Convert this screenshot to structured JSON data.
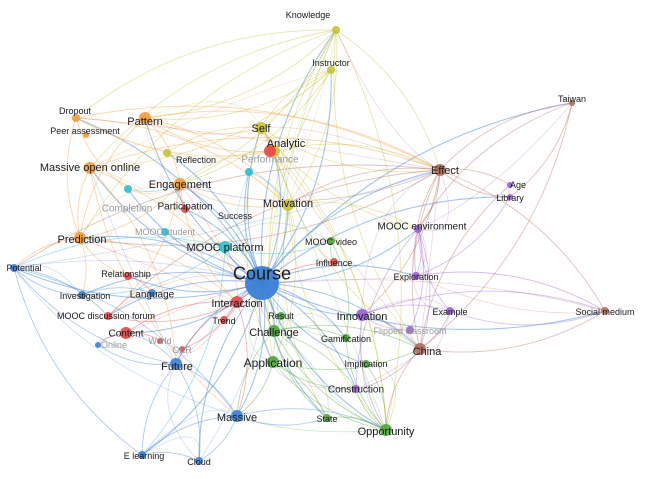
{
  "clusters": {
    "c1": "#e64545",
    "c2": "#4ea53d",
    "c3": "#3a7fd5",
    "c4": "#c8c236",
    "c5": "#9b5fd0",
    "c6": "#2ebcd0",
    "c7": "#f29a3a",
    "c8": "#b06a5a"
  },
  "nodes": [
    {
      "id": "course",
      "label": "Course",
      "cluster": "c3",
      "size": "xl"
    },
    {
      "id": "knowledge",
      "label": "Knowledge",
      "cluster": "c4",
      "size": "s"
    },
    {
      "id": "instructor",
      "label": "Instructor",
      "cluster": "c4",
      "size": "s"
    },
    {
      "id": "taiwan",
      "label": "Taiwan",
      "cluster": "c8",
      "size": "xs"
    },
    {
      "id": "dropout",
      "label": "Dropout",
      "cluster": "c7",
      "size": "s"
    },
    {
      "id": "peer",
      "label": "Peer assessment",
      "cluster": "c7",
      "size": "xs"
    },
    {
      "id": "pattern",
      "label": "Pattern",
      "cluster": "c7",
      "size": "m"
    },
    {
      "id": "self",
      "label": "Self",
      "cluster": "c4",
      "size": "m"
    },
    {
      "id": "analytic",
      "label": "Analytic",
      "cluster": "c4",
      "size": "m"
    },
    {
      "id": "mooc_online",
      "label": "Massive open online",
      "cluster": "c7",
      "size": "m"
    },
    {
      "id": "reflection",
      "label": "Reflection",
      "cluster": "c4",
      "size": "s"
    },
    {
      "id": "performance",
      "label": "Performance",
      "cluster": "c1",
      "size": "m"
    },
    {
      "id": "effect",
      "label": "Effect",
      "cluster": "c8",
      "size": "m"
    },
    {
      "id": "engagement",
      "label": "Engagement",
      "cluster": "c7",
      "size": "m"
    },
    {
      "id": "age",
      "label": "Age",
      "cluster": "c5",
      "size": "xs"
    },
    {
      "id": "library",
      "label": "Library",
      "cluster": "c5",
      "size": "xs"
    },
    {
      "id": "completion",
      "label": "Completion",
      "cluster": "c6",
      "size": "s"
    },
    {
      "id": "participation",
      "label": "Participation",
      "cluster": "c1",
      "size": "s"
    },
    {
      "id": "motivation",
      "label": "Motivation",
      "cluster": "c4",
      "size": "m"
    },
    {
      "id": "success",
      "label": "Success",
      "cluster": "c6",
      "size": "s"
    },
    {
      "id": "mooc_env",
      "label": "MOOC environment",
      "cluster": "c5",
      "size": "s"
    },
    {
      "id": "mooc_student",
      "label": "MOOC student",
      "cluster": "c6",
      "size": "s"
    },
    {
      "id": "prediction",
      "label": "Prediction",
      "cluster": "c7",
      "size": "m"
    },
    {
      "id": "mooc_platform",
      "label": "MOOC platform",
      "cluster": "c6",
      "size": "m"
    },
    {
      "id": "mooc_video",
      "label": "MOOC video",
      "cluster": "c2",
      "size": "s"
    },
    {
      "id": "influence",
      "label": "Influence",
      "cluster": "c1",
      "size": "s"
    },
    {
      "id": "potential",
      "label": "Potential",
      "cluster": "c3",
      "size": "s"
    },
    {
      "id": "relationship",
      "label": "Relationship",
      "cluster": "c1",
      "size": "s"
    },
    {
      "id": "exploration",
      "label": "Exploration",
      "cluster": "c5",
      "size": "s"
    },
    {
      "id": "investigation",
      "label": "Investigation",
      "cluster": "c3",
      "size": "s"
    },
    {
      "id": "language",
      "label": "Language",
      "cluster": "c3",
      "size": "s"
    },
    {
      "id": "interaction",
      "label": "Interaction",
      "cluster": "c1",
      "size": "m"
    },
    {
      "id": "mooc_forum",
      "label": "MOOC discussion forum",
      "cluster": "c1",
      "size": "s"
    },
    {
      "id": "innovation",
      "label": "Innovation",
      "cluster": "c5",
      "size": "m"
    },
    {
      "id": "example",
      "label": "Example",
      "cluster": "c5",
      "size": "s"
    },
    {
      "id": "social_medium",
      "label": "Social medium",
      "cluster": "c8",
      "size": "s"
    },
    {
      "id": "result",
      "label": "Result",
      "cluster": "c2",
      "size": "s"
    },
    {
      "id": "trend",
      "label": "Trend",
      "cluster": "c1",
      "size": "s"
    },
    {
      "id": "challenge",
      "label": "Challenge",
      "cluster": "c2",
      "size": "m"
    },
    {
      "id": "flipped",
      "label": "Flipped classroom",
      "cluster": "c5",
      "size": "s"
    },
    {
      "id": "content",
      "label": "Content",
      "cluster": "c1",
      "size": "m"
    },
    {
      "id": "world",
      "label": "World",
      "cluster": "c1",
      "size": "xs"
    },
    {
      "id": "gamification",
      "label": "Gamification",
      "cluster": "c2",
      "size": "s"
    },
    {
      "id": "online",
      "label": "Online",
      "cluster": "c3",
      "size": "xs"
    },
    {
      "id": "oer",
      "label": "OER",
      "cluster": "c1",
      "size": "xs"
    },
    {
      "id": "china",
      "label": "China",
      "cluster": "c8",
      "size": "m"
    },
    {
      "id": "implication",
      "label": "Implication",
      "cluster": "c2",
      "size": "s"
    },
    {
      "id": "future",
      "label": "Future",
      "cluster": "c3",
      "size": "m"
    },
    {
      "id": "application",
      "label": "Application",
      "cluster": "c2",
      "size": "m"
    },
    {
      "id": "construction",
      "label": "Construction",
      "cluster": "c5",
      "size": "s"
    },
    {
      "id": "massive",
      "label": "Massive",
      "cluster": "c3",
      "size": "m"
    },
    {
      "id": "state",
      "label": "State",
      "cluster": "c2",
      "size": "s"
    },
    {
      "id": "opportunity",
      "label": "Opportunity",
      "cluster": "c2",
      "size": "m"
    },
    {
      "id": "elearning",
      "label": "E learning",
      "cluster": "c3",
      "size": "s"
    },
    {
      "id": "cloud",
      "label": "Cloud",
      "cluster": "c3",
      "size": "s"
    }
  ]
}
